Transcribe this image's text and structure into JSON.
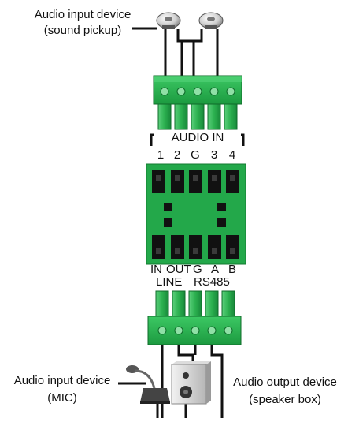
{
  "labels": {
    "audio_input_top_line1": "Audio input device",
    "audio_input_top_line2": "(sound pickup)",
    "audio_in": "AUDIO IN",
    "top_pins": [
      "1",
      "2",
      "G",
      "3",
      "4"
    ],
    "bottom_pins": [
      "IN",
      "OUT",
      "G",
      "A",
      "B"
    ],
    "line": "LINE",
    "rs485": "RS485",
    "mic_line1": "Audio input device",
    "mic_line2": "(MIC)",
    "speaker_line1": "Audio output device",
    "speaker_line2": "(speaker box)"
  },
  "icons": {
    "sound_pickup": "round-sound-pickup-icon",
    "microphone": "gooseneck-microphone-icon",
    "speaker": "speaker-box-icon"
  },
  "colors": {
    "terminal_green": "#23a84a",
    "terminal_dark_green": "#137a30",
    "pin_black": "#111111",
    "wire": "#111111"
  }
}
